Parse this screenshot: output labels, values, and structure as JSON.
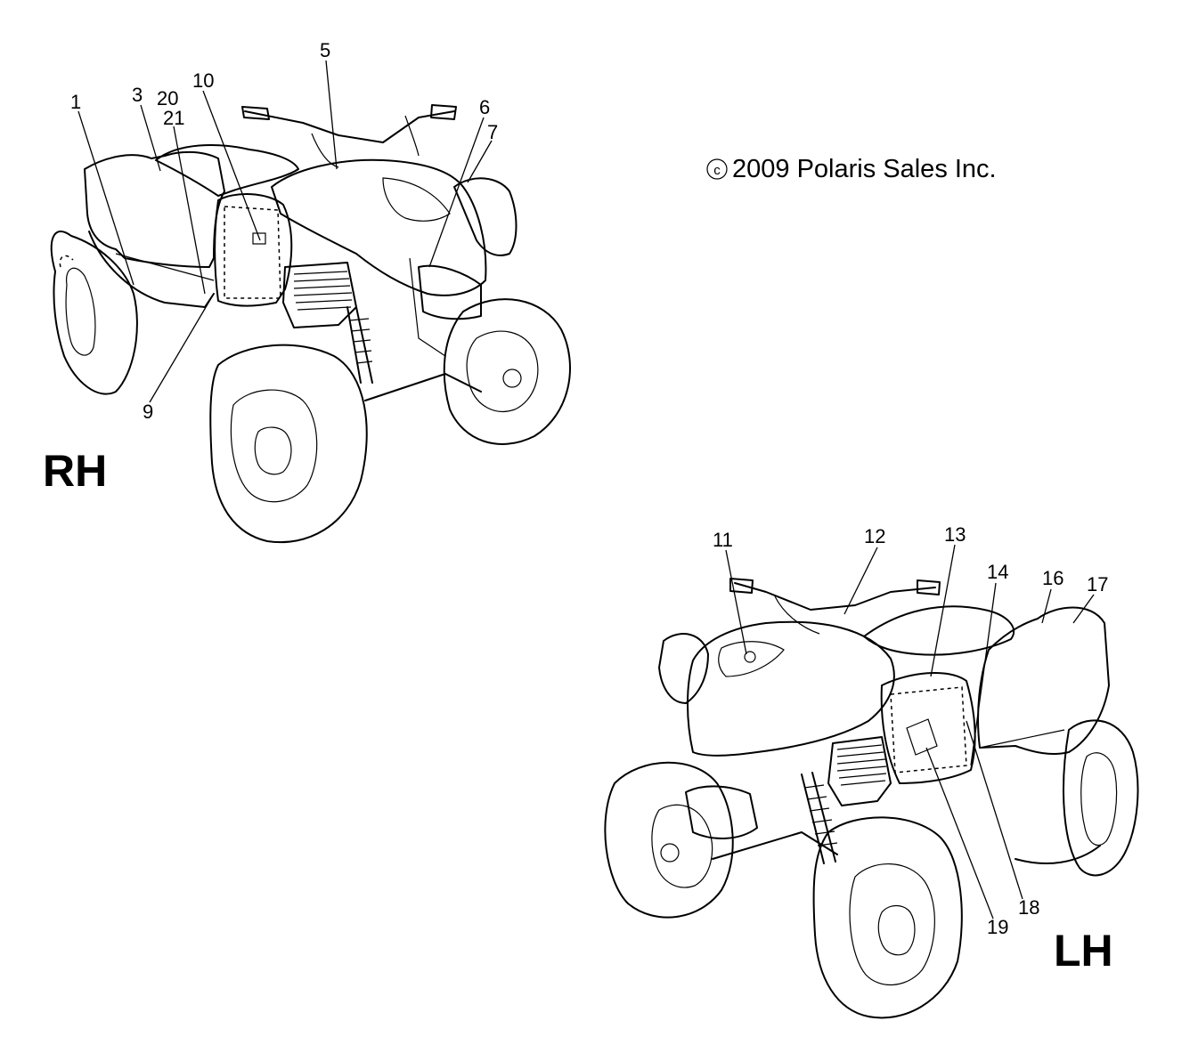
{
  "copyright": "2009 Polaris Sales Inc.",
  "copyright_symbol": "c",
  "views": {
    "rh": {
      "label": "RH",
      "callouts": [
        "1",
        "3",
        "20",
        "21",
        "10",
        "5",
        "6",
        "7",
        "9"
      ]
    },
    "lh": {
      "label": "LH",
      "callouts": [
        "11",
        "12",
        "13",
        "14",
        "16",
        "17",
        "18",
        "19"
      ]
    }
  }
}
